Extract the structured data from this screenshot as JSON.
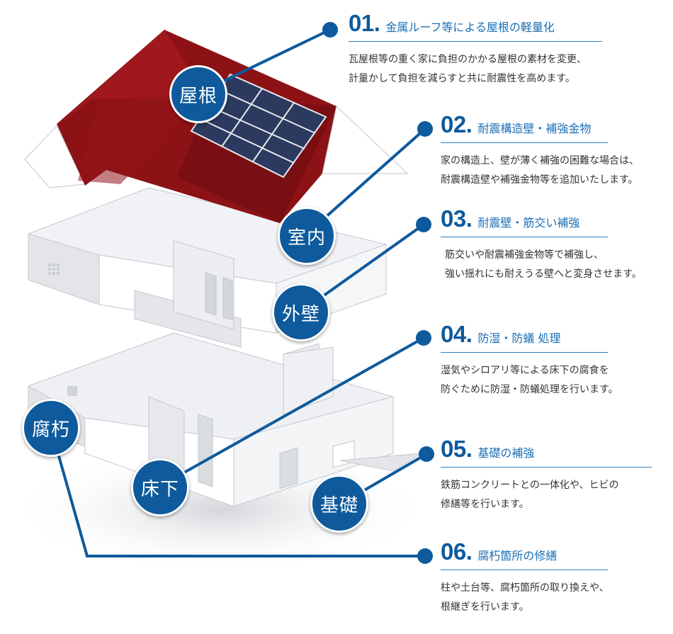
{
  "badges": {
    "roof": "屋根",
    "interior": "室内",
    "exterior": "外壁",
    "decay": "腐朽",
    "underfloor": "床下",
    "foundation": "基礎"
  },
  "items": [
    {
      "num": "01.",
      "title": "金属ルーフ等による屋根の軽量化",
      "lines": [
        "瓦屋根等の重く家に負担のかかる屋根の素材を変更、",
        "計量かして負担を減らすと共に耐震性を高めます。"
      ]
    },
    {
      "num": "02.",
      "title": "耐震構造壁・補強金物",
      "lines": [
        "家の構造上、壁が薄く補強の困難な場合は、",
        "耐震構造壁や補強金物等を追加いたします。"
      ]
    },
    {
      "num": "03.",
      "title": "耐震壁・筋交い補強",
      "lines": [
        "筋交いや耐震補強金物等で補強し、",
        "強い揺れにも耐えうる壁へと変身させます。"
      ]
    },
    {
      "num": "04.",
      "title": "防湿・防蟻 処理",
      "lines": [
        "湿気やシロアリ等による床下の腐食を",
        "防ぐために防湿・防蟻処理を行います。"
      ]
    },
    {
      "num": "05.",
      "title": "基礎の補強",
      "lines": [
        "鉄筋コンクリートとの一体化や、ヒビの",
        "修繕等を行います。"
      ]
    },
    {
      "num": "06.",
      "title": "腐朽箇所の修繕",
      "lines": [
        "柱や土台等、腐朽箇所の取り換えや、",
        "根継ぎを行います。"
      ]
    }
  ],
  "colors": {
    "accent": "#0e5a9c",
    "roof": "#8c1216",
    "solar": "#2b3a5e"
  }
}
